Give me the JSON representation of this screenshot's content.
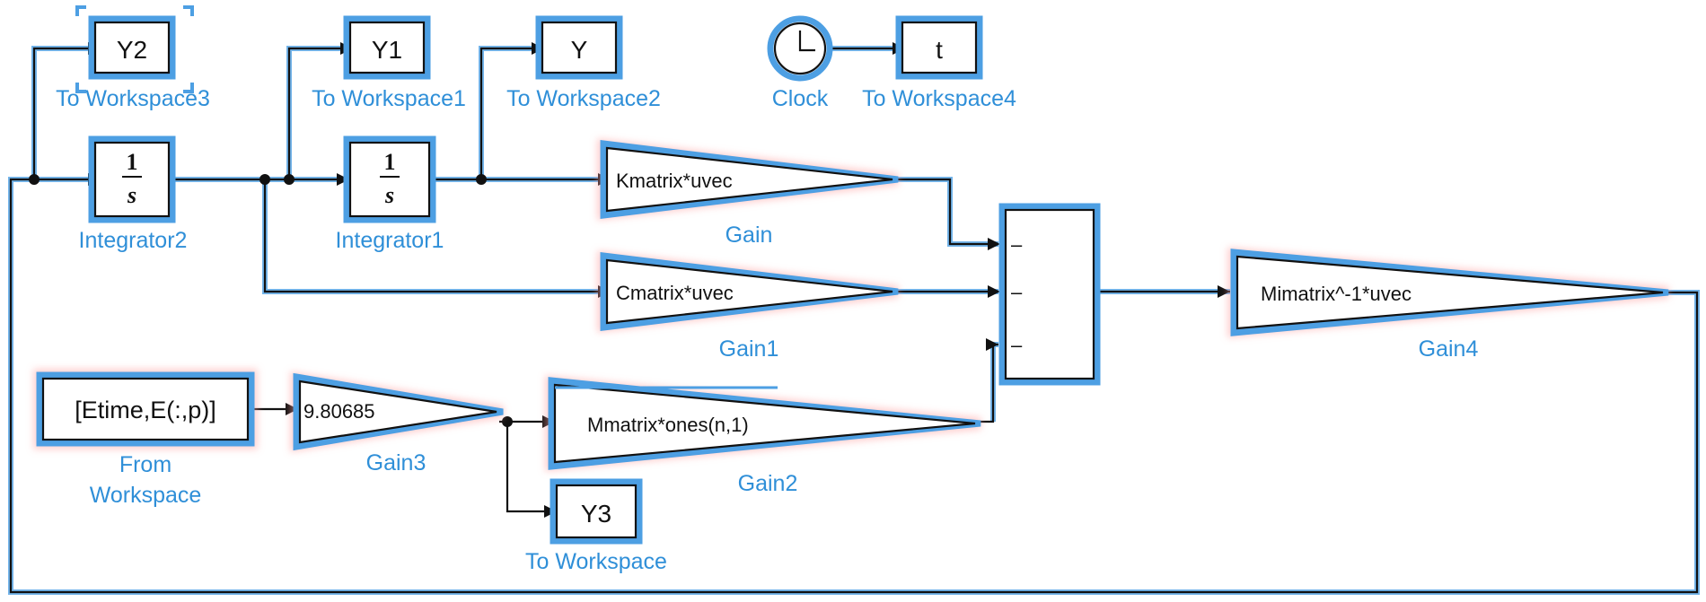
{
  "blocks": {
    "y2": {
      "label": "Y2",
      "name": "To Workspace3"
    },
    "y1": {
      "label": "Y1",
      "name": "To Workspace1"
    },
    "y": {
      "label": "Y",
      "name": "To Workspace2"
    },
    "clock": {
      "name": "Clock"
    },
    "t": {
      "label": "t",
      "name": "To Workspace4"
    },
    "integrator2": {
      "num": "1",
      "den": "s",
      "name": "Integrator2"
    },
    "integrator1": {
      "num": "1",
      "den": "s",
      "name": "Integrator1"
    },
    "gain": {
      "label": "Kmatrix*uvec",
      "name": "Gain"
    },
    "gain1": {
      "label": "Cmatrix*uvec",
      "name": "Gain1"
    },
    "gain4": {
      "label": "Mimatrix^-1*uvec",
      "name": "Gain4"
    },
    "sum": {
      "signs": [
        "–",
        "–",
        "–"
      ]
    },
    "from_ws": {
      "label": "[Etime,E(:,p)]",
      "name_line1": "From",
      "name_line2": "Workspace"
    },
    "gain3": {
      "label": "9.80685",
      "name": "Gain3"
    },
    "gain2": {
      "label": "Mmatrix*ones(n,1)",
      "name": "Gain2"
    },
    "y3": {
      "label": "Y3",
      "name": "To Workspace"
    }
  },
  "colors": {
    "highlight": "#4d9fe3",
    "block_name": "#2f8fd8",
    "glow": "#ff9b9b",
    "line": "#111111"
  }
}
